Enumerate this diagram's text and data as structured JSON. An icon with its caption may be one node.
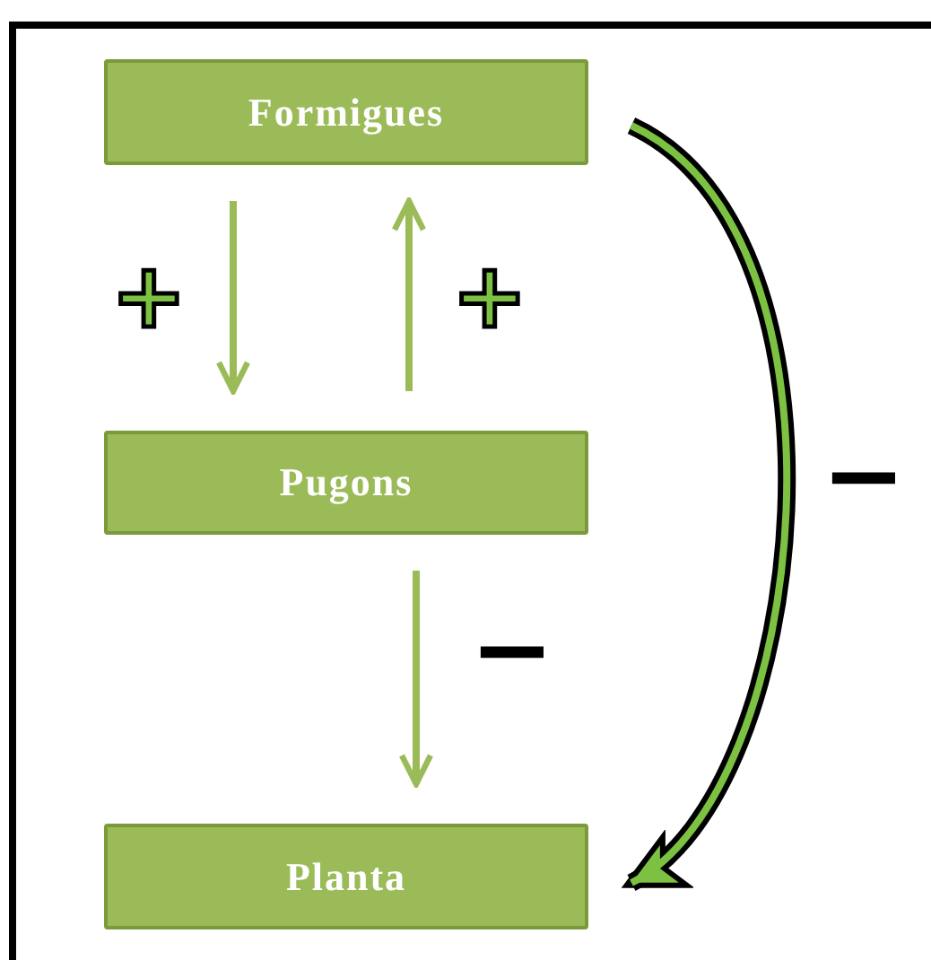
{
  "diagram": {
    "nodes": [
      {
        "text": [
          "Formigues"
        ]
      },
      {
        "text": [
          "Pugons"
        ]
      },
      {
        "text": [
          "Planta"
        ]
      }
    ],
    "edges": [
      {
        "from": 0,
        "to": 1,
        "arrow": "to",
        "label": "+"
      },
      {
        "from": 1,
        "to": 0,
        "arrow": "to",
        "label": "+"
      },
      {
        "from": 1,
        "to": 2,
        "arrow": "to",
        "label": "−"
      },
      {
        "from": 0,
        "to": 2,
        "arrow": "to",
        "label": "−",
        "style": "thick",
        "color": "#000000"
      }
    ]
  }
}
